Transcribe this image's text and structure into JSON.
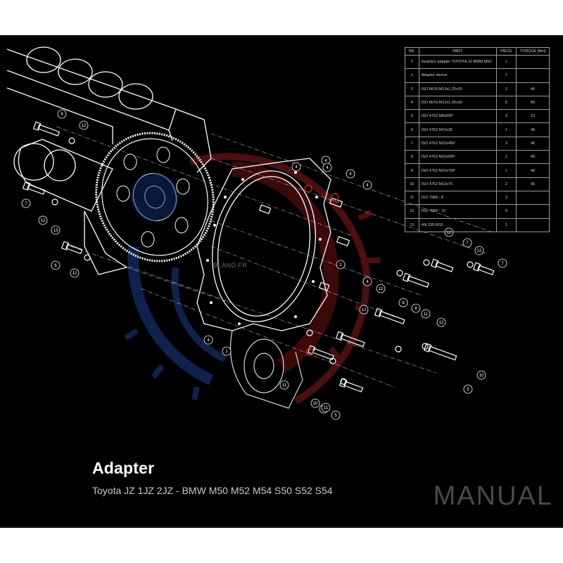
{
  "product": {
    "title": "Adapter",
    "subtitle": "Toyota JZ 1JZ 2JZ - BMW M50 M52 M54 S50 S52 S54",
    "manual_label": "MANUAL",
    "watermark": "BLAND.FR"
  },
  "colors": {
    "background": "#000000",
    "line_art": "#ffffff",
    "logo_red": "#8b1a1a",
    "logo_blue": "#1c3c8c",
    "manual_text": "#4a4a4a"
  },
  "parts_table": {
    "headers": [
      "NR.",
      "PART",
      "PIECE",
      "TORQUE [Nm]"
    ],
    "rows": [
      {
        "nr": "1",
        "part": "Gearbox adapter TOYOTA JZ-BMW M50",
        "piece": "1",
        "torque": ""
      },
      {
        "nr": "2",
        "part": "Adapter sleeve",
        "piece": "2",
        "torque": ""
      },
      {
        "nr": "3",
        "part": "ISO 8676-M10x1.25x30",
        "piece": "2",
        "torque": "46"
      },
      {
        "nr": "4",
        "part": "ISO 8676-M12x1.25x30",
        "piece": "5",
        "torque": "80"
      },
      {
        "nr": "5",
        "part": "ISO 4762 M8x50P",
        "piece": "3",
        "torque": "23"
      },
      {
        "nr": "6",
        "part": "ISO 4762 M10x35",
        "piece": "1",
        "torque": "46"
      },
      {
        "nr": "7",
        "part": "ISO 4762 M10x45P",
        "piece": "3",
        "torque": "46"
      },
      {
        "nr": "8",
        "part": "ISO 4762 M10x60P",
        "piece": "2",
        "torque": "46"
      },
      {
        "nr": "9",
        "part": "ISO 4762 M10x70P",
        "piece": "1",
        "torque": "46"
      },
      {
        "nr": "10",
        "part": "ISO 4762 M10x75",
        "piece": "2",
        "torque": "46"
      },
      {
        "nr": "11",
        "part": "ISO 7089 - 8",
        "piece": "3",
        "torque": ""
      },
      {
        "nr": "12",
        "part": "ISO 7089 - 10",
        "piece": "9",
        "torque": ""
      },
      {
        "nr": "13",
        "part": "AN 335-M10",
        "piece": "1",
        "torque": ""
      }
    ]
  },
  "callouts": [
    "9",
    "12",
    "7",
    "12",
    "13",
    "6",
    "12",
    "4",
    "4",
    "4",
    "4",
    "4",
    "12",
    "7",
    "12",
    "7",
    "2",
    "4",
    "12",
    "12",
    "8",
    "8",
    "11",
    "12",
    "10",
    "5",
    "4",
    "1",
    "11",
    "5",
    "10",
    "11",
    "5"
  ]
}
